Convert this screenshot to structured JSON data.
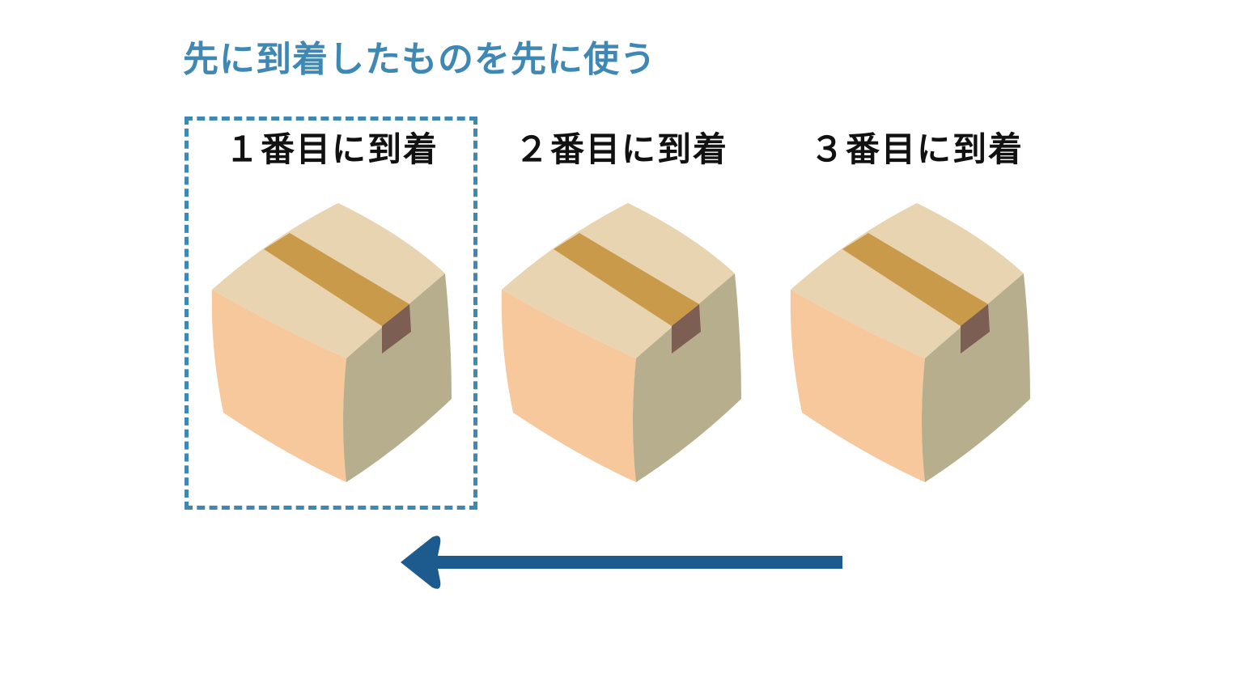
{
  "title": "先に到着したものを先に使う",
  "boxes": [
    {
      "label": "１番目に到着",
      "highlighted": true
    },
    {
      "label": "２番目に到着",
      "highlighted": false
    },
    {
      "label": "３番目に到着",
      "highlighted": false
    }
  ],
  "colors": {
    "title": "#3f88b4",
    "highlight_border": "#3f88b4",
    "arrow": "#1d5b8f",
    "box_front": "#f6c89b",
    "box_side": "#b6ae8c",
    "box_top": "#e8d4b0",
    "tape": "#c99a4a",
    "tape_end": "#7d5e52"
  },
  "arrow": {
    "direction": "left",
    "icon": "arrow-left-icon"
  }
}
